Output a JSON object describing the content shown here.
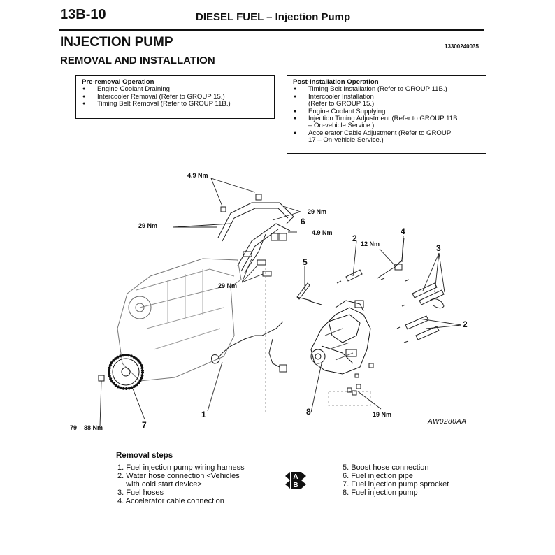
{
  "header": {
    "section_number": "13B-10",
    "title": "DIESEL FUEL – Injection Pump"
  },
  "section": {
    "title": "INJECTION PUMP",
    "code": "13300240035",
    "subtitle": "REMOVAL AND INSTALLATION"
  },
  "pre_removal": {
    "title": "Pre-removal Operation",
    "items": [
      "Engine Coolant Draining",
      "Intercooler Removal (Refer to GROUP 15.)",
      "Timing Belt Removal (Refer to GROUP 11B.)"
    ]
  },
  "post_installation": {
    "title": "Post-installation Operation",
    "items": [
      "Timing Belt Installation (Refer to GROUP 11B.)",
      "Intercooler Installation",
      "(Refer to GROUP 15.)",
      "Engine Coolant Supplying",
      "Injection Timing Adjustment (Refer to GROUP 11B",
      "– On-vehicle Service.)",
      "Accelerator Cable Adjustment (Refer to GROUP",
      "17 – On-vehicle Service.)"
    ]
  },
  "diagram": {
    "torque_labels": [
      "4.9 Nm",
      "29 Nm",
      "29 Nm",
      "4.9 Nm",
      "29 Nm",
      "12 Nm",
      "79 – 88 Nm",
      "19 Nm"
    ],
    "part_numbers": [
      "6",
      "2",
      "4",
      "5",
      "3",
      "2",
      "1",
      "8",
      "7"
    ],
    "figure_code": "AW0280AA"
  },
  "removal": {
    "title": "Removal steps",
    "left_steps": [
      "1. Fuel injection pump wiring harness",
      "2. Water hose connection <Vehicles",
      "    with cold start device>",
      "3. Fuel hoses",
      "4. Accelerator cable connection"
    ],
    "right_steps": [
      "5. Boost hose connection",
      "6. Fuel injection pipe",
      "7. Fuel injection pump sprocket",
      "8. Fuel injection pump"
    ],
    "badges": [
      "A",
      "B"
    ]
  }
}
